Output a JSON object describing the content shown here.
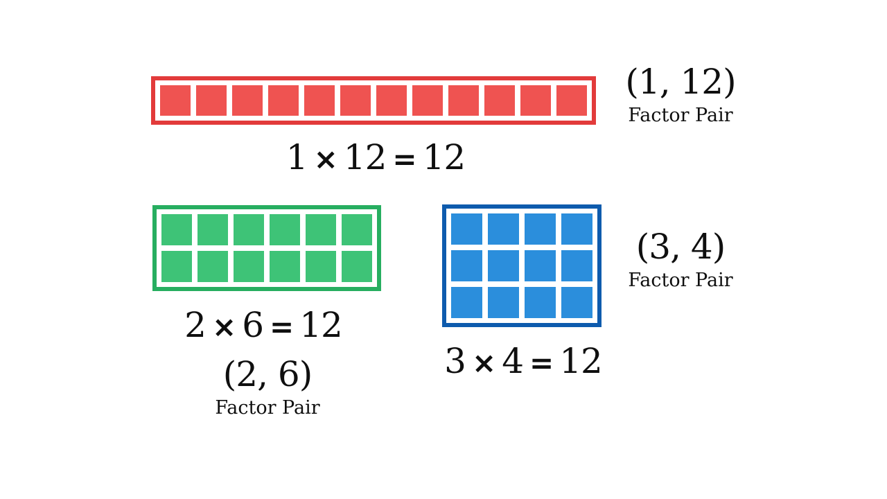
{
  "colors": {
    "background": "#ffffff",
    "text": "#0f0f0f"
  },
  "arrays": [
    {
      "id": "red",
      "rows": 1,
      "cols": 12,
      "border_color": "#e23b3b",
      "fill_color": "#ef5351",
      "equation": {
        "factor1": "1",
        "times": "×",
        "factor2": "12",
        "equals": "=",
        "product": "12"
      },
      "pair_label": "(1, 12)",
      "pair_caption": "Factor Pair"
    },
    {
      "id": "green",
      "rows": 2,
      "cols": 6,
      "border_color": "#27ae60",
      "fill_color": "#3ec377",
      "equation": {
        "factor1": "2",
        "times": "×",
        "factor2": "6",
        "equals": "=",
        "product": "12"
      },
      "pair_label": "(2, 6)",
      "pair_caption": "Factor Pair"
    },
    {
      "id": "blue",
      "rows": 3,
      "cols": 4,
      "border_color": "#0e5bad",
      "fill_color": "#2b8edc",
      "equation": {
        "factor1": "3",
        "times": "×",
        "factor2": "4",
        "equals": "=",
        "product": "12"
      },
      "pair_label": "(3, 4)",
      "pair_caption": "Factor Pair"
    }
  ]
}
